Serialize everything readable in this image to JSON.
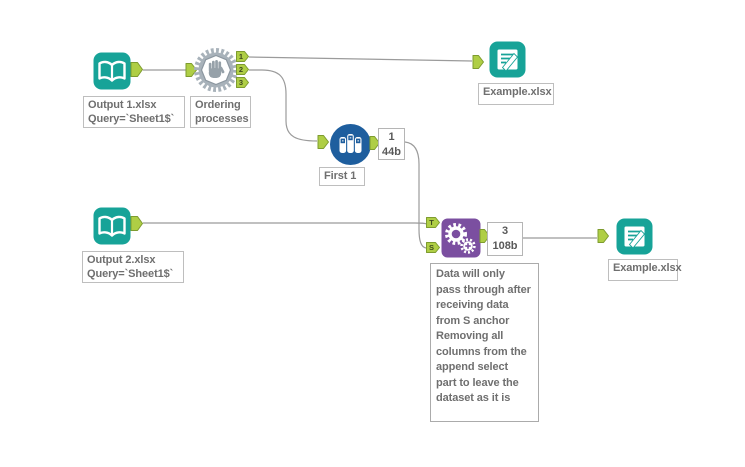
{
  "colors": {
    "teal": "#17A398",
    "blue": "#1E5E9E",
    "purple": "#7B4FA0",
    "tool_gray": "#A8B2BA",
    "hand_gray": "#96A1A9",
    "anchor_fill": "#AFCE45",
    "anchor_border": "#7E9C2F",
    "wire_color": "#9B9B9B",
    "label_text": "#6F6F6F",
    "label_border": "#BEBEBE",
    "comment_border": "#ABABAB",
    "badge_text": "#595959",
    "badge_border": "#B5B5B5"
  },
  "nodes": {
    "input1": {
      "annotation_line1": "Output 1.xlsx",
      "annotation_line2": "Query=`Sheet1$`"
    },
    "block_until_done": {
      "annotation_line1": "Ordering",
      "annotation_line2": "processes",
      "outputs": [
        "1",
        "2",
        "3"
      ]
    },
    "sample": {
      "annotation": "First 1",
      "badge_records": "1",
      "badge_bytes": "44b"
    },
    "output1": {
      "annotation": "Example.xlsx"
    },
    "input2": {
      "annotation_line1": "Output 2.xlsx",
      "annotation_line2": "Query=`Sheet1$`"
    },
    "append_fields": {
      "anchor_top": "T",
      "anchor_bottom": "S",
      "badge_records": "3",
      "badge_bytes": "108b",
      "comment": "Data will only\npass through after\nreceiving data\nfrom S anchor\nRemoving all\ncolumns from the\nappend select\npart to leave the\ndataset as it is"
    },
    "output2": {
      "annotation": "Example.xlsx"
    }
  }
}
